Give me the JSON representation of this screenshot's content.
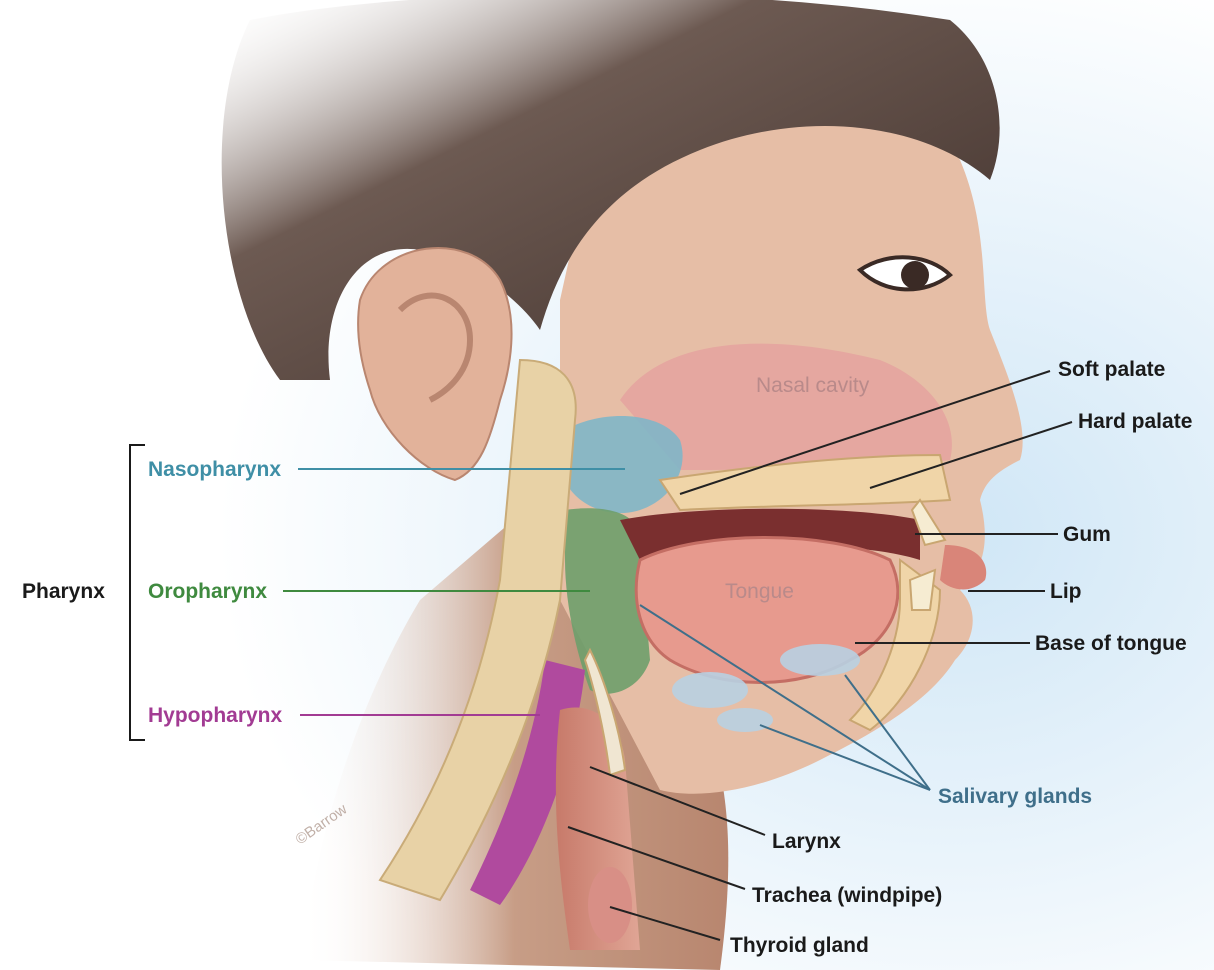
{
  "pharynx_group": {
    "label": "Pharynx",
    "parts": [
      {
        "name": "Nasopharynx",
        "color": "#3f8fa6"
      },
      {
        "name": "Oropharynx",
        "color": "#3f8a3f"
      },
      {
        "name": "Hypopharynx",
        "color": "#a23b93"
      }
    ]
  },
  "internal_labels": {
    "nasal_cavity": "Nasal cavity",
    "tongue": "Tongue"
  },
  "callouts": {
    "soft_palate": "Soft palate",
    "hard_palate": "Hard palate",
    "gum": "Gum",
    "lip": "Lip",
    "base_of_tongue": "Base of tongue",
    "salivary_glands": "Salivary glands",
    "larynx": "Larynx",
    "trachea": "Trachea (windpipe)",
    "thyroid_gland": "Thyroid gland"
  },
  "watermark": "©Barrow",
  "colors": {
    "label_text": "#1a1a1a",
    "salivary_text": "#3f6f8a",
    "internal_text": "#b98a8a",
    "leader_line": "#222222"
  }
}
